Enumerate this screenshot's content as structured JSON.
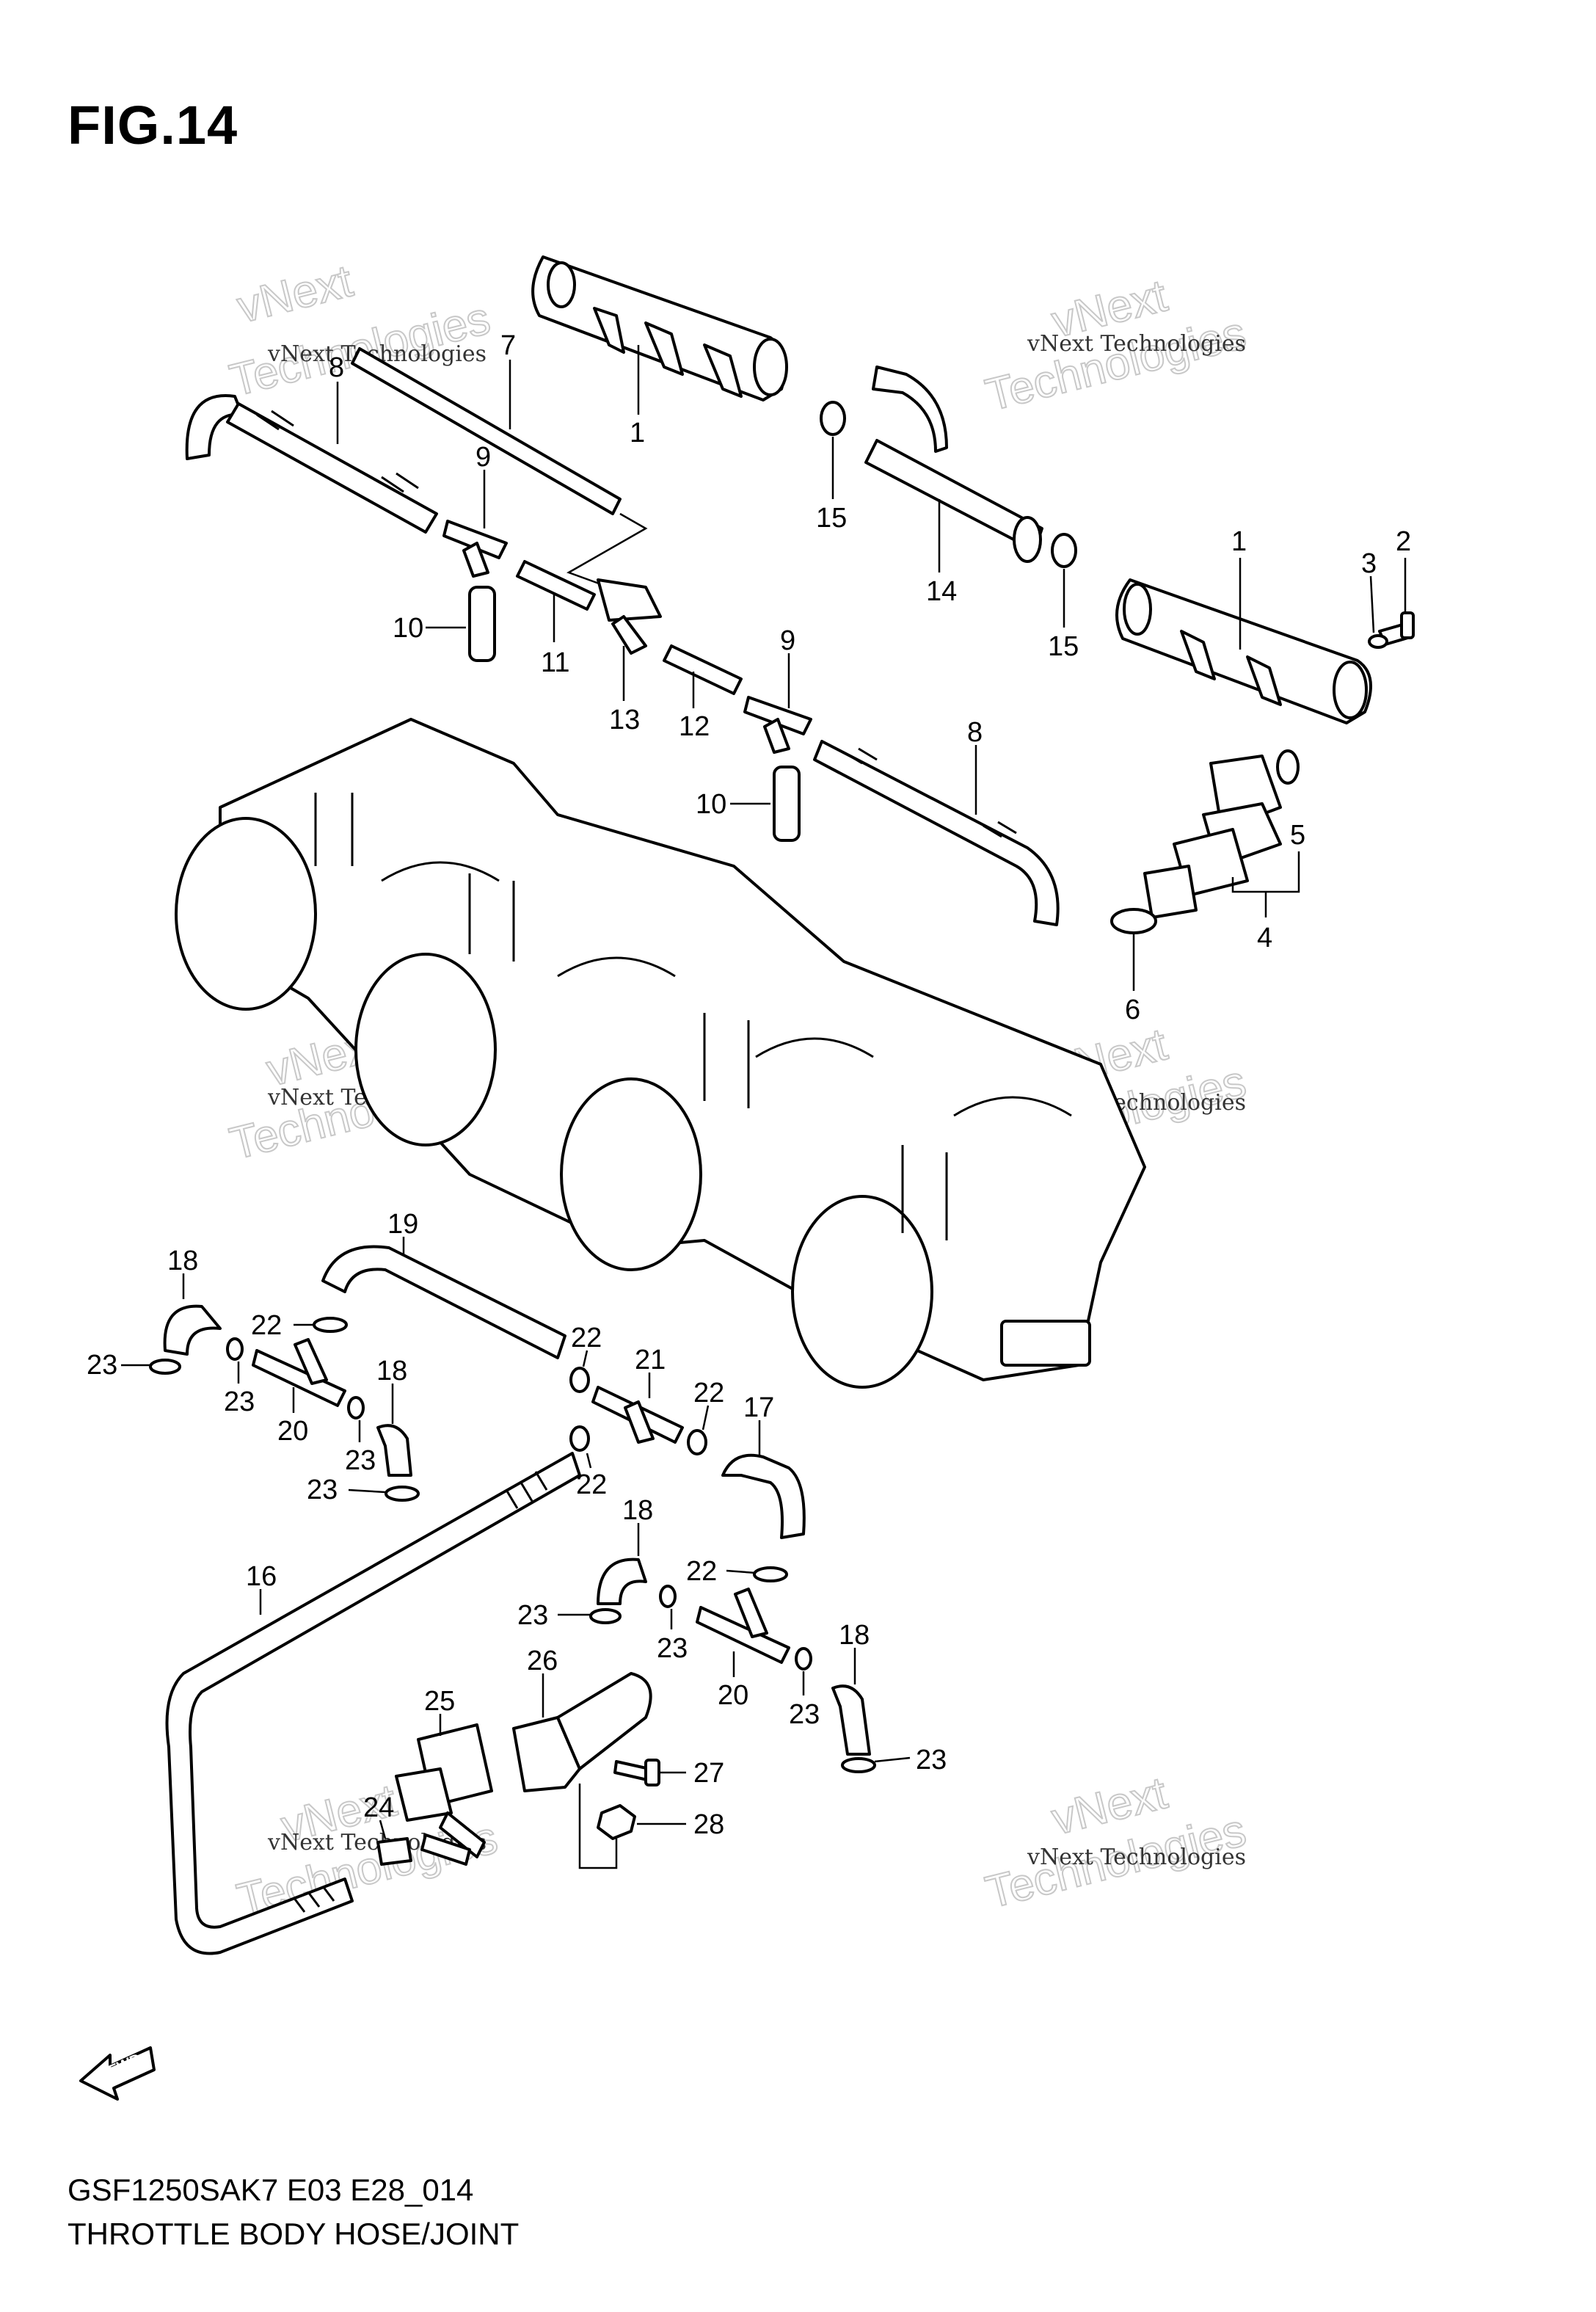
{
  "figure_title": "FIG.14",
  "caption": {
    "model_code": "GSF1250SAK7 E03 E28_014",
    "section_name": "THROTTLE BODY HOSE/JOINT"
  },
  "direction_marker": "FWD",
  "watermark": {
    "line1": "vNext Technologies",
    "line2": "vNext",
    "line3": "Technologies"
  },
  "callouts": {
    "c1a": "1",
    "c1b": "1",
    "c2": "2",
    "c3": "3",
    "c4": "4",
    "c5": "5",
    "c6": "6",
    "c7": "7",
    "c8a": "8",
    "c8b": "8",
    "c9a": "9",
    "c9b": "9",
    "c10a": "10",
    "c10b": "10",
    "c11": "11",
    "c12": "12",
    "c13": "13",
    "c14": "14",
    "c15a": "15",
    "c15b": "15",
    "c16": "16",
    "c17": "17",
    "c18a": "18",
    "c18b": "18",
    "c18c": "18",
    "c18d": "18",
    "c19": "19",
    "c20a": "20",
    "c20b": "20",
    "c21": "21",
    "c22a": "22",
    "c22b": "22",
    "c22c": "22",
    "c22d": "22",
    "c22e": "22",
    "c23a": "23",
    "c23b": "23",
    "c23c": "23",
    "c23d": "23",
    "c23e": "23",
    "c23f": "23",
    "c23g": "23",
    "c23h": "23",
    "c24": "24",
    "c25": "25",
    "c26": "26",
    "c27": "27",
    "c28": "28"
  }
}
